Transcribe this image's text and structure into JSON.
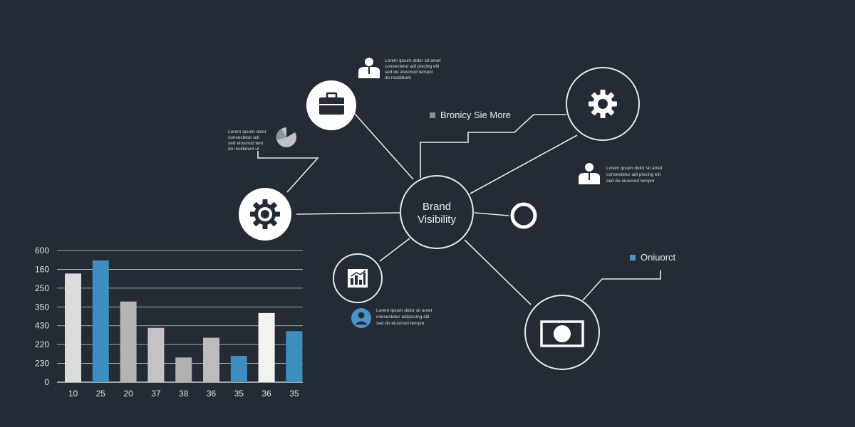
{
  "diagram": {
    "center_node": {
      "line1": "Brand",
      "line2": "Visibility"
    },
    "callouts": [
      {
        "label": "Bronicy Sie More",
        "marker_color": "#8b9097"
      },
      {
        "label": "Oniuorct",
        "marker_color": "#4a95c8"
      }
    ],
    "note_blocks": [
      {
        "lines": [
          "Lorem ipsum dolor sit amet",
          "consectetur adi piscing elit",
          "sed do eiusmod tempor",
          "do incididunt"
        ],
        "icon": "person-icon"
      },
      {
        "lines": [
          "Lorem ipsum dolor",
          "consectetur adi",
          "sed eiusmod tem",
          "do incididunt ut"
        ],
        "icon": "pie-chart-icon"
      },
      {
        "lines": [
          "Lorem ipsum dolor sit amet",
          "consectetur adi piscing elit",
          "sed do eiusmod tempor"
        ],
        "icon": "person-icon"
      },
      {
        "lines": [
          "Lorem ipsum dolor sit amet",
          "consectetur adipiscing elit",
          "sed do eiusmod tempor"
        ],
        "icon": "user-circle-icon"
      }
    ],
    "node_icons": [
      "briefcase-icon",
      "gear-icon",
      "gear-icon",
      "ring-icon",
      "chart-icon",
      "banknote-icon"
    ]
  },
  "chart_data": {
    "type": "bar",
    "y_tick_labels": [
      "600",
      "160",
      "250",
      "350",
      "430",
      "220",
      "230",
      "0"
    ],
    "x_tick_labels": [
      "10",
      "25",
      "20",
      "37",
      "38",
      "36",
      "35",
      "36",
      "35"
    ],
    "values": [
      330,
      370,
      245,
      165,
      75,
      135,
      80,
      210,
      155
    ],
    "ylim": [
      0,
      400
    ],
    "bar_colors": [
      "#dcdcdc",
      "#3d8fc2",
      "#b4b4b4",
      "#c4c4c4",
      "#b1b1b1",
      "#bcbcbc",
      "#3d8fc2",
      "#f2f2f2",
      "#3d8fc2"
    ],
    "grid": true
  }
}
